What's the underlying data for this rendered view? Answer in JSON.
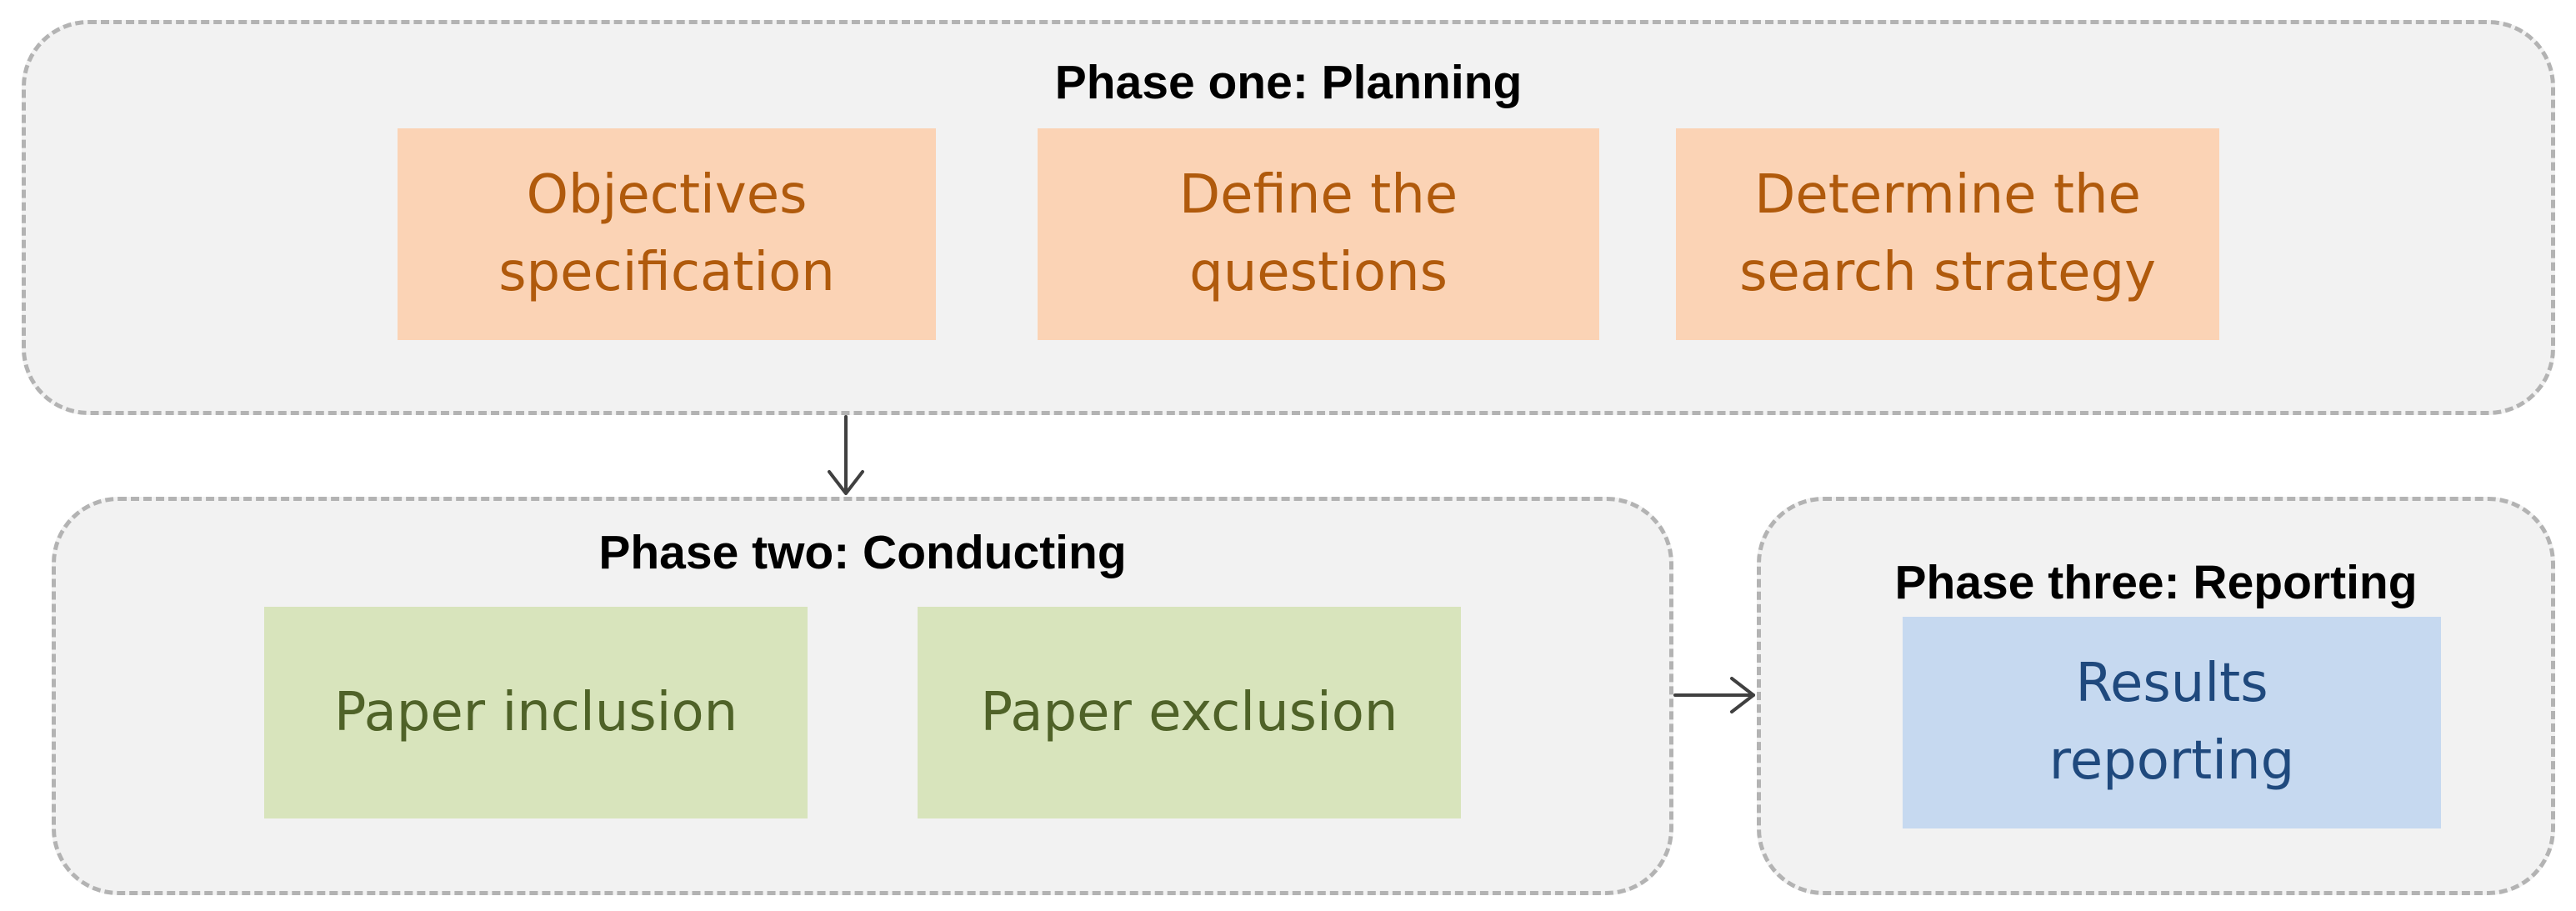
{
  "phases": {
    "planning": {
      "title": "Phase one: Planning",
      "steps": [
        {
          "line1": "Objectives",
          "line2": "specification"
        },
        {
          "line1": "Define the",
          "line2": "questions"
        },
        {
          "line1": "Determine the",
          "line2": "search strategy"
        }
      ]
    },
    "conducting": {
      "title": "Phase two: Conducting",
      "steps": [
        {
          "line1": "Paper inclusion"
        },
        {
          "line1": "Paper exclusion"
        }
      ]
    },
    "reporting": {
      "title": "Phase three: Reporting",
      "steps": [
        {
          "line1": "Results",
          "line2": "reporting"
        }
      ]
    }
  },
  "colors": {
    "phase_background": "#f2f2f2",
    "phase_border": "#b3b3b3",
    "planning_box": "#fbd3b5",
    "planning_text": "#b05a0c",
    "conducting_box": "#d8e4bc",
    "conducting_text": "#4f6228",
    "reporting_box": "#c6d9f0",
    "reporting_text": "#1f497d",
    "arrow": "#404040"
  }
}
